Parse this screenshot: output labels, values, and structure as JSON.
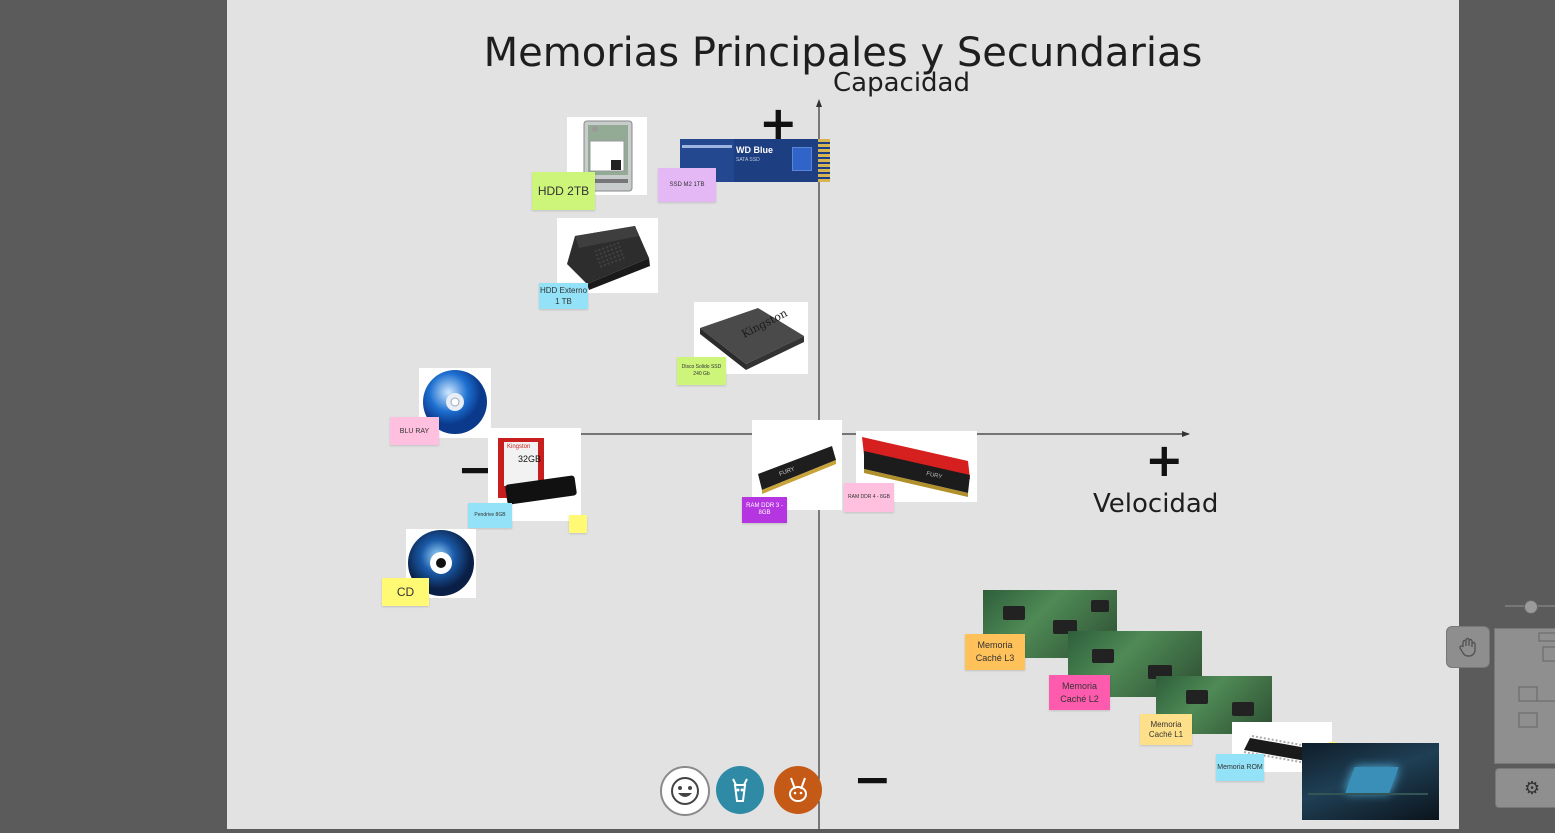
{
  "board": {
    "title": "Memorias Principales y Secundarias",
    "y_axis_label": "Capacidad",
    "x_axis_label": "Velocidad",
    "sign_plus": "+",
    "sign_minus": "−"
  },
  "notes": {
    "hdd2tb": "HDD 2TB",
    "ssd_m2": "SSD M2 1TB",
    "hdd_externo": "HDD Externo 1 TB",
    "disco_ssd": "Disco Solido SSD 240 Gb",
    "bluray": "BLU RAY",
    "pendrive": "Pendrive 8GB",
    "cd": "CD",
    "ram_ddr3": "RAM DDR 3 - 8GB",
    "ram_ddr4": "RAM DDR 4 - 8GB",
    "cache_l3": "Memoria Caché L3",
    "cache_l2": "Memoria Caché L2",
    "cache_l1": "Memoria Caché L1",
    "rom": "Memoria ROM"
  },
  "images": {
    "ssd_brand": "WD Blue",
    "ssd_sub": "SATA SSD",
    "kingston": "Kingston",
    "pendrive_brand": "Kingston",
    "pendrive_size": "32GB",
    "ram_brand": "FURY"
  },
  "colors": {
    "note_green": "#ccf57a",
    "note_purple": "#e4b7f5",
    "note_cyan": "#93e2f7",
    "note_pink": "#ffc0e0",
    "note_yellow": "#fff973",
    "note_violet": "#b535e0",
    "note_orange": "#ffc15a",
    "note_hotpink": "#ff5bae",
    "note_light_yellow": "#ffe08a",
    "avatar_teal": "#2f8aa6",
    "avatar_brown": "#c55a16"
  },
  "avatars": [
    "smiley-avatar",
    "giraffe-avatar",
    "rabbit-avatar"
  ]
}
